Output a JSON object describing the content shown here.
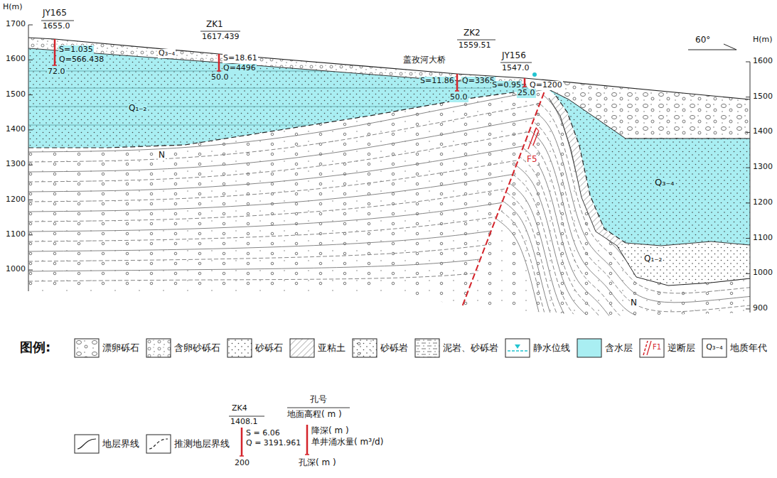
{
  "diagram": {
    "labels": [
      "H(m)",
      "1700",
      "1600",
      "1500",
      "1400",
      "1300",
      "1200",
      "1100",
      "1000",
      "H(m)",
      "1600",
      "1500",
      "1400",
      "1300",
      "1200",
      "1100",
      "1000",
      "900",
      "JY165",
      "1655.0",
      "S=1.035",
      "Q=566.438",
      "72.0",
      "ZK1",
      "1617.439",
      "S=18.61",
      "Q=4496",
      "50.0",
      "ZK2",
      "1559.51",
      "盖孜河大桥",
      "S=11.86",
      "Q=3365",
      "50.0",
      "JY156",
      "1547.0",
      "S=0.95",
      "Q=1200",
      "25.0",
      "Q₃₋₄",
      "Q₁₋₂",
      "N",
      "F5",
      "Q₃₋₄",
      "Q₁₋₂",
      "N",
      "60°",
      "图例:",
      "F1",
      "Q₃₋₄",
      "ZK4",
      "1408.1",
      "S = 6.06",
      "Q = 3191.961",
      "200",
      "孔号",
      "地面高程( m )",
      "降深( m )",
      "单井涌水量( m³/d)",
      "孔深( m )"
    ],
    "legend": [
      {
        "text": "漂卵砾石"
      },
      {
        "text": "含卵砂砾石"
      },
      {
        "text": "砂砾石"
      },
      {
        "text": "亚粘土"
      },
      {
        "text": "砂砾岩"
      },
      {
        "text": "泥岩、砂砾岩"
      },
      {
        "text": "静水位线"
      },
      {
        "text": "含水层",
        "color": "#a9eef2"
      },
      {
        "text": "逆断层"
      },
      {
        "text": "地质年代"
      },
      {
        "text": "地层界线"
      },
      {
        "text": "推测地层界线"
      }
    ]
  }
}
